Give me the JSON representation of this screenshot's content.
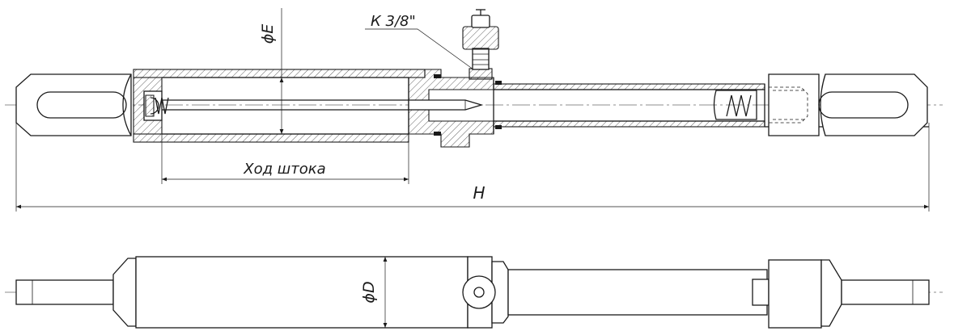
{
  "labels": {
    "thread": "К 3/8\"",
    "bore_dia": "ϕE",
    "stroke": "Ход штока",
    "total_length": "Н",
    "body_dia": "ϕD"
  }
}
